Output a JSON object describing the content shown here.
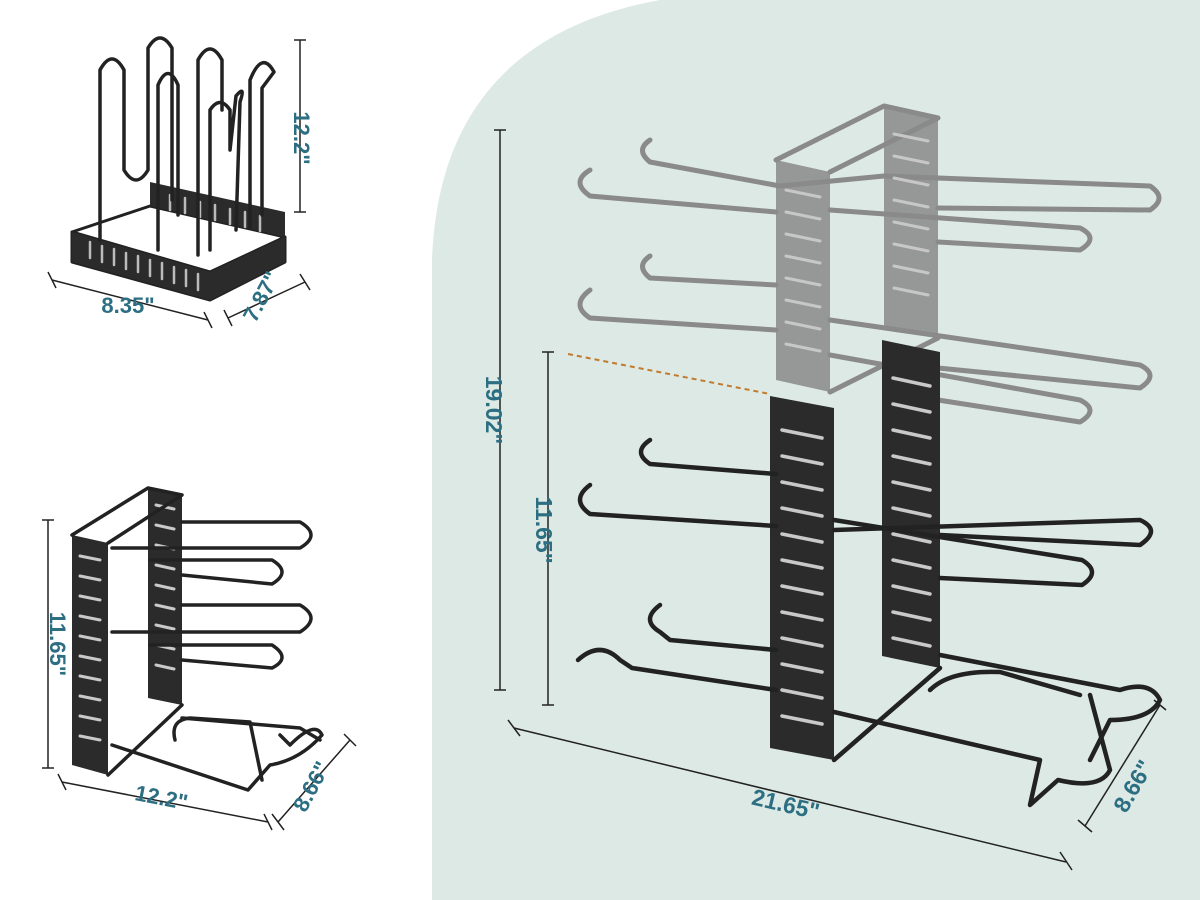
{
  "colors": {
    "accent_text": "#2c6e82",
    "backdrop": "#dde9e5",
    "rack_dark": "#2b2b2b",
    "rack_extension": "#8e8e8e",
    "guide_line": "#c27a2c"
  },
  "figures": {
    "small_rack": {
      "height_label": "12.2\"",
      "width_label": "8.35\"",
      "depth_label": "7.87\""
    },
    "side_rack": {
      "height_label": "11.65\"",
      "width_label": "12.2\"",
      "depth_label": "8.66\""
    },
    "extended_rack": {
      "total_height_label": "19.02\"",
      "base_height_label": "11.65\"",
      "width_label": "21.65\"",
      "depth_label": "8.66\""
    }
  }
}
